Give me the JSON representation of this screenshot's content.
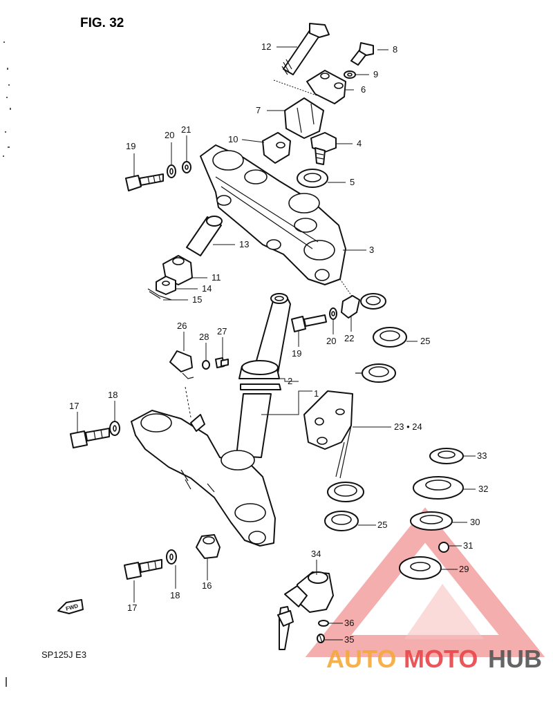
{
  "figure": {
    "title": "FIG. 32",
    "model": "SP125J  E3"
  },
  "callouts": [
    {
      "id": "c12",
      "text": "12"
    },
    {
      "id": "c8",
      "text": "8"
    },
    {
      "id": "c9",
      "text": "9"
    },
    {
      "id": "c6",
      "text": "6"
    },
    {
      "id": "c7",
      "text": "7"
    },
    {
      "id": "c10",
      "text": "10"
    },
    {
      "id": "c4",
      "text": "4"
    },
    {
      "id": "c5",
      "text": "5"
    },
    {
      "id": "c19a",
      "text": "19"
    },
    {
      "id": "c20a",
      "text": "20"
    },
    {
      "id": "c21",
      "text": "21"
    },
    {
      "id": "c3",
      "text": "3"
    },
    {
      "id": "c13",
      "text": "13"
    },
    {
      "id": "c11",
      "text": "11"
    },
    {
      "id": "c14",
      "text": "14"
    },
    {
      "id": "c15",
      "text": "15"
    },
    {
      "id": "c26",
      "text": "26"
    },
    {
      "id": "c28",
      "text": "28"
    },
    {
      "id": "c27",
      "text": "27"
    },
    {
      "id": "c19b",
      "text": "19"
    },
    {
      "id": "c20b",
      "text": "20"
    },
    {
      "id": "c22",
      "text": "22"
    },
    {
      "id": "c25a",
      "text": "25"
    },
    {
      "id": "c2",
      "text": "2"
    },
    {
      "id": "c1",
      "text": "1"
    },
    {
      "id": "c17a",
      "text": "17"
    },
    {
      "id": "c18a",
      "text": "18"
    },
    {
      "id": "c2324",
      "text": "23 • 24"
    },
    {
      "id": "c33",
      "text": "33"
    },
    {
      "id": "c32",
      "text": "32"
    },
    {
      "id": "c30",
      "text": "30"
    },
    {
      "id": "c25b",
      "text": "25"
    },
    {
      "id": "c31",
      "text": "31"
    },
    {
      "id": "c29",
      "text": "29"
    },
    {
      "id": "c34",
      "text": "34"
    },
    {
      "id": "c16",
      "text": "16"
    },
    {
      "id": "c17b",
      "text": "17"
    },
    {
      "id": "c18b",
      "text": "18"
    },
    {
      "id": "c36",
      "text": "36"
    },
    {
      "id": "c35",
      "text": "35"
    }
  ],
  "fwd_label": "FWD",
  "watermark": {
    "part1": "AUTO",
    "part2": "MOTO",
    "part3": "HUB",
    "color_auto": "#f6a93a",
    "color_moto": "#e8454a",
    "color_hub": "#555555"
  }
}
